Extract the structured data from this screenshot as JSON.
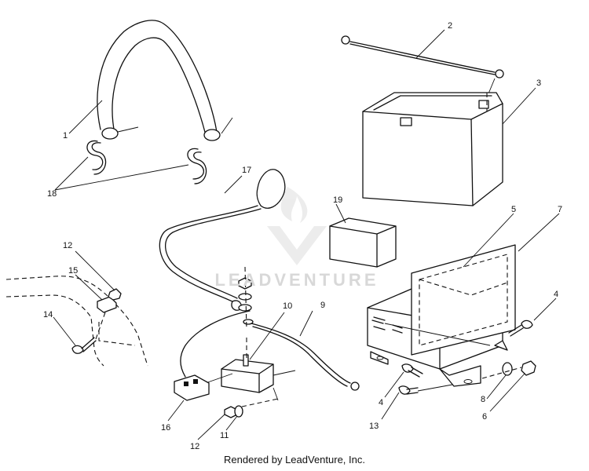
{
  "footer": {
    "text": "Rendered by LeadVenture, Inc."
  },
  "watermark": {
    "text": "LEADVENTURE"
  },
  "callouts": [
    "1",
    "2",
    "3",
    "4",
    "4",
    "5",
    "6",
    "7",
    "8",
    "9",
    "10",
    "11",
    "12",
    "12",
    "13",
    "14",
    "15",
    "16",
    "17",
    "18",
    "19"
  ]
}
